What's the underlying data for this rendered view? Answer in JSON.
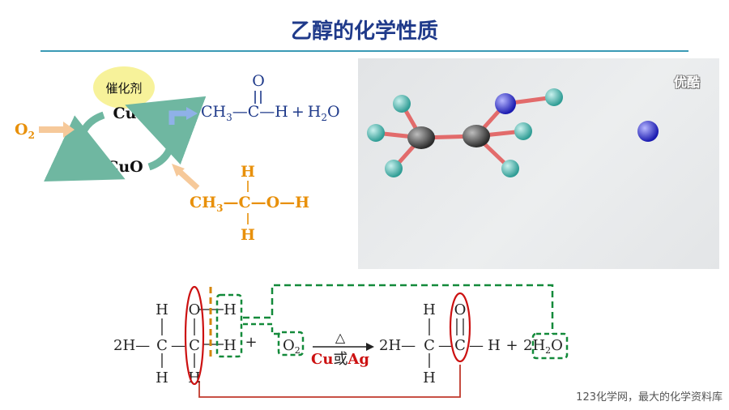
{
  "title": "乙醇的化学性质",
  "watermark": "123化学网，最大的化学资料库",
  "video": {
    "logo": "优酷"
  },
  "cycle": {
    "catalyst_label": "催化剂",
    "cu": "Cu",
    "cuo": "CuO",
    "o2": "O",
    "o2_sub": "2"
  },
  "product_top": {
    "o": "O",
    "ch3": "CH",
    "ch3_sub": "3",
    "dash1": "—",
    "c": "C",
    "dash2": "—",
    "h": "H",
    "plus": "+",
    "h2o_h": "H",
    "h2o_sub": "2",
    "h2o_o": "O"
  },
  "ethanol": {
    "h_top": "H",
    "ch3": "CH",
    "ch3_sub": "3",
    "dash1": "—",
    "c": "C",
    "dash2": "—",
    "o": "O",
    "dash3": "—",
    "h_right": "H",
    "h_bottom": "H"
  },
  "equation": {
    "coef_left": "2",
    "h_left": "H",
    "dash1": "—",
    "c1": "C",
    "dash2": "—",
    "c2": "C",
    "h_top1": "H",
    "h_bot1": "H",
    "o_top": "O",
    "h_bot2": "H",
    "h_box_top": "H",
    "h_box_bot": "H",
    "plus1": "+",
    "o2": "O",
    "o2_sub": "2",
    "heat": "△",
    "cond_cu": "Cu",
    "cond_or": "或",
    "cond_ag": "Ag",
    "coef_right": "2",
    "h_left2": "H",
    "dash3": "—",
    "c3": "C",
    "dash4": "—",
    "c4": "C",
    "h_top3": "H",
    "h_bot3": "H",
    "o_prod": "O",
    "dash5": "—",
    "h_right": "H",
    "plus2": "+",
    "water_coef": "2",
    "water_h": "H",
    "water_sub": "2",
    "water_o": "O"
  },
  "colors": {
    "title": "#1f3a8a",
    "orange": "#e8900a",
    "red": "#cc1111",
    "green_dash": "#138a3a",
    "dark_red_line": "#c0392b",
    "teal_arrow": "#6fb7a1",
    "blue_arrow": "#8fb1e8"
  }
}
